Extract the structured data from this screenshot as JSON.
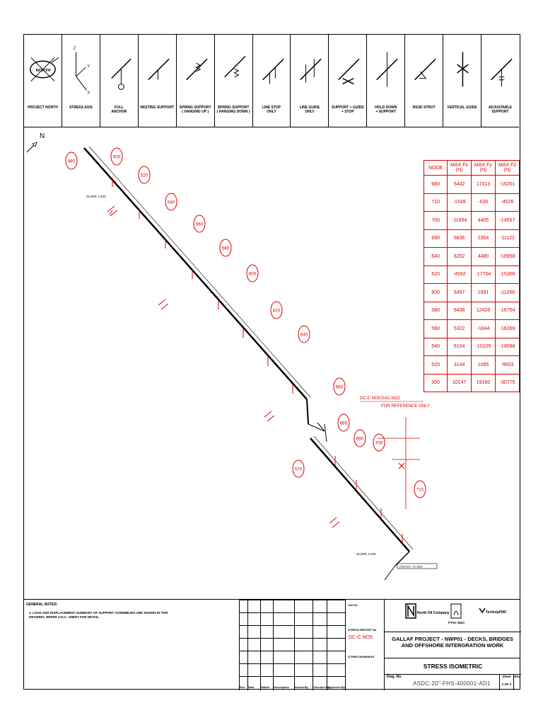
{
  "legend": [
    {
      "label": "PROJECT NORTH",
      "icon": "north-arrow-icon",
      "badge": "NORTH"
    },
    {
      "label": "STRESS AXIS",
      "icon": "xyz-axis-icon",
      "axes": [
        "Z",
        "Y",
        "X"
      ]
    },
    {
      "label": "FULL\nANCHOR",
      "icon": "full-anchor-icon"
    },
    {
      "label": "RESTING SUPPORT",
      "icon": "resting-support-icon"
    },
    {
      "label": "SPRING SUPPORT\n( HANGING UP )",
      "icon": "spring-up-icon"
    },
    {
      "label": "SPRING SUPPORT\n( HANGING DOWN )",
      "icon": "spring-down-icon"
    },
    {
      "label": "LINE STOP\nONLY",
      "icon": "line-stop-icon"
    },
    {
      "label": "LINE GUIDE\nONLY",
      "icon": "line-guide-icon"
    },
    {
      "label": "SUPPORT + GUIDE\n+ STOP",
      "icon": "support-guide-stop-icon"
    },
    {
      "label": "HOLD DOWN\n+ SUPPORT",
      "icon": "hold-down-icon"
    },
    {
      "label": "RIGID STRUT",
      "icon": "rigid-strut-icon"
    },
    {
      "label": "VERTICAL GUIDE",
      "icon": "vertical-guide-icon"
    },
    {
      "label": "ADJUSTABLE\nSUPPORT",
      "icon": "adjustable-support-icon"
    }
  ],
  "loads_table": {
    "headers": [
      "NODE",
      "MAX Fx (N)",
      "MAX Fy (N)",
      "MAX Fz (N)"
    ],
    "rows": [
      [
        "680",
        "5442",
        "17313",
        "-16201"
      ],
      [
        "710",
        "-1549",
        "-630",
        "-4526"
      ],
      [
        "700",
        "-11654",
        "4405",
        "-14557"
      ],
      [
        "690",
        "5836",
        "2354",
        "-11122"
      ],
      [
        "640",
        "6252",
        "4480",
        "-18958"
      ],
      [
        "620",
        "-4592",
        "-17704",
        "-15306"
      ],
      [
        "600",
        "5457",
        "1991",
        "-11056"
      ],
      [
        "580",
        "5438",
        "12428",
        "-16754"
      ],
      [
        "560",
        "5322",
        "-1844",
        "-16269"
      ],
      [
        "540",
        "6104",
        "-10225",
        "-18588"
      ],
      [
        "520",
        "3144",
        "1085",
        "-9503"
      ],
      [
        "500",
        "10147",
        "19160",
        "-30775"
      ]
    ],
    "color": "#dd0000"
  },
  "isometric": {
    "north_label": "N",
    "nodes": [
      "480",
      "500",
      "520",
      "540",
      "560",
      "580",
      "600",
      "620",
      "640",
      "660",
      "680",
      "690",
      "700",
      "570",
      "710"
    ],
    "ref_label_1": "DC-C NO5",
    "ref_label_2": "DAC-NO2",
    "ref_note": "FOR REFERENCE ONLY",
    "slope_1": "SLOPE 1:200",
    "slope_2": "SLOPE 1:200",
    "box_note": "DISCHG. TO SEA"
  },
  "title_block": {
    "notes_header": "GENERAL NOTES:",
    "notes_text": "1. LOAD AND DISPLACEMENT SUMMARY OF SUPPORT ASSEMBLIES ARE SHOWN IN THIS DRAWING. REFER CALC. SHEET FOR DETAIL.",
    "rev_headers": [
      "Rev.",
      "Date",
      "Status",
      "Description",
      "Issued By",
      "Checked By",
      "Approved By"
    ],
    "job_label": "Job No.",
    "stress_report_label": "STRESS REPORT No.",
    "stress_report_value": "DC-C NO5",
    "other_label": "OTHER DRAWINGS",
    "company_1": "North Oil Company",
    "company_2": "PTSC M&C",
    "company_3": "TechnipFMC",
    "project_line_1": "GALLAF PROJECT - NWP01 - DECKS, BRIDGES",
    "project_line_2": "AND OFFSHORE INTERGRATION WORK",
    "sheet_title": "STRESS ISOMETRIC",
    "dwg_label": "Dwg. No.",
    "dwg_no": "ASDC-20\"-FHS-400001-AD1",
    "sheet_label": "Sheet",
    "sheet_value": "2 OF 2",
    "rev_label": "Rev."
  }
}
